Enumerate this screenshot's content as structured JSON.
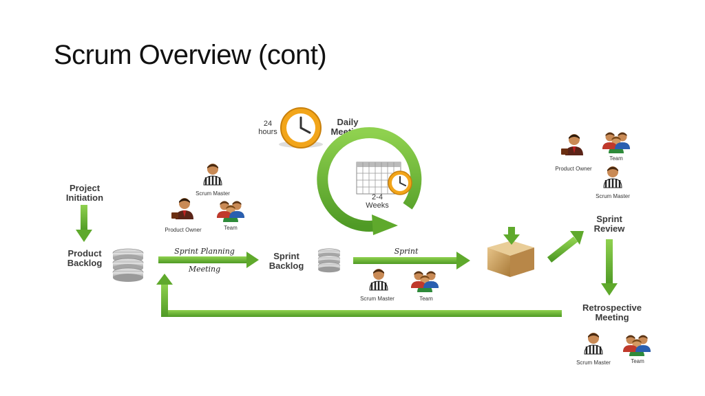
{
  "title": "Scrum Overview (cont)",
  "daily": {
    "hours_line1": "24",
    "hours_line2": "hours",
    "label_line1": "Daily",
    "label_line2": "Meeting"
  },
  "sprint_cycle": {
    "weeks_line1": "2-4",
    "weeks_line2": "Weeks"
  },
  "project_initiation": {
    "line1": "Project",
    "line2": "Initiation"
  },
  "product_backlog": {
    "line1": "Product",
    "line2": "Backlog"
  },
  "sprint_planning": {
    "line1": "Sprint Planning",
    "line2": "Meeting"
  },
  "sprint_backlog": {
    "line1": "Sprint",
    "line2": "Backlog"
  },
  "sprint": {
    "label": "Sprint"
  },
  "sprint_review": {
    "line1": "Sprint",
    "line2": "Review"
  },
  "retrospective": {
    "line1": "Retrospective",
    "line2": "Meeting"
  },
  "roles": {
    "scrum_master": "Scrum Master",
    "product_owner": "Product Owner",
    "team": "Team"
  },
  "colors": {
    "arrow": "#6fb536",
    "arrow_dark": "#4f9a25",
    "clock": "#f2a51a",
    "box": "#c89a55"
  }
}
